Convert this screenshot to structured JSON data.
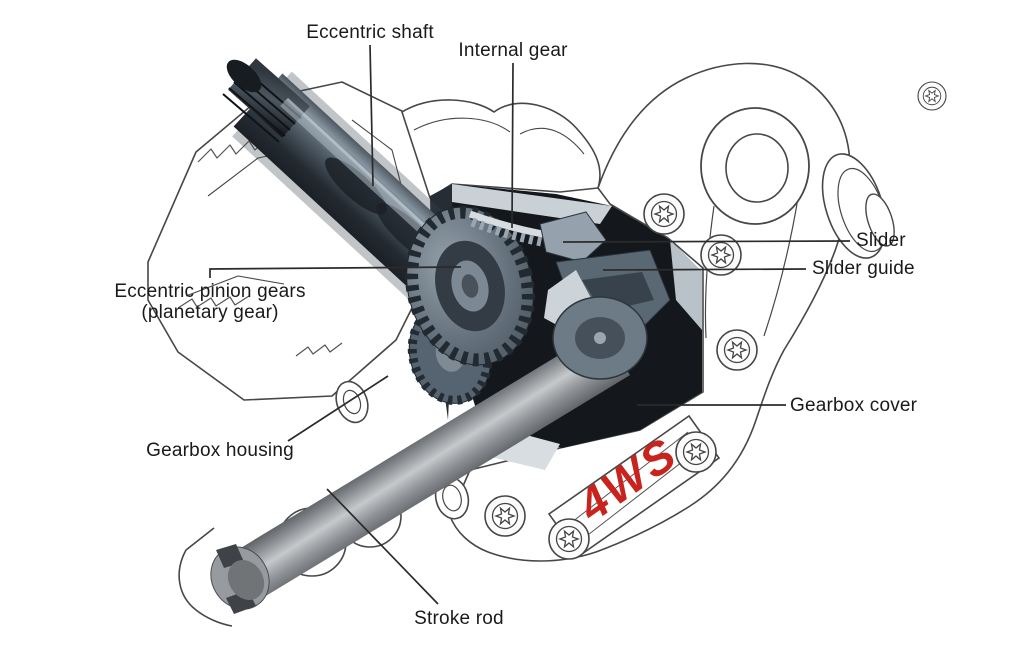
{
  "labels": {
    "eccentric_shaft": "Eccentric shaft",
    "internal_gear": "Internal gear",
    "slider": "Slider",
    "slider_guide": "Slider guide",
    "eccentric_pinion_gears": "Eccentric pinion gears",
    "eccentric_pinion_gears_sub": "(planetary gear)",
    "gearbox_housing": "Gearbox housing",
    "gearbox_cover": "Gearbox cover",
    "stroke_rod": "Stroke rod"
  },
  "logo": {
    "text": "4WS",
    "color": "#c8231c"
  },
  "colors": {
    "label_text": "#1a1a1a",
    "leader_line": "#2b2b2b",
    "line_art_stroke": "#474747",
    "shaft_dark": "#1c2126",
    "steel_mid": "#5d6b77",
    "cavity_dark": "#14171c",
    "rod_highlight": "#c6c9cb"
  }
}
